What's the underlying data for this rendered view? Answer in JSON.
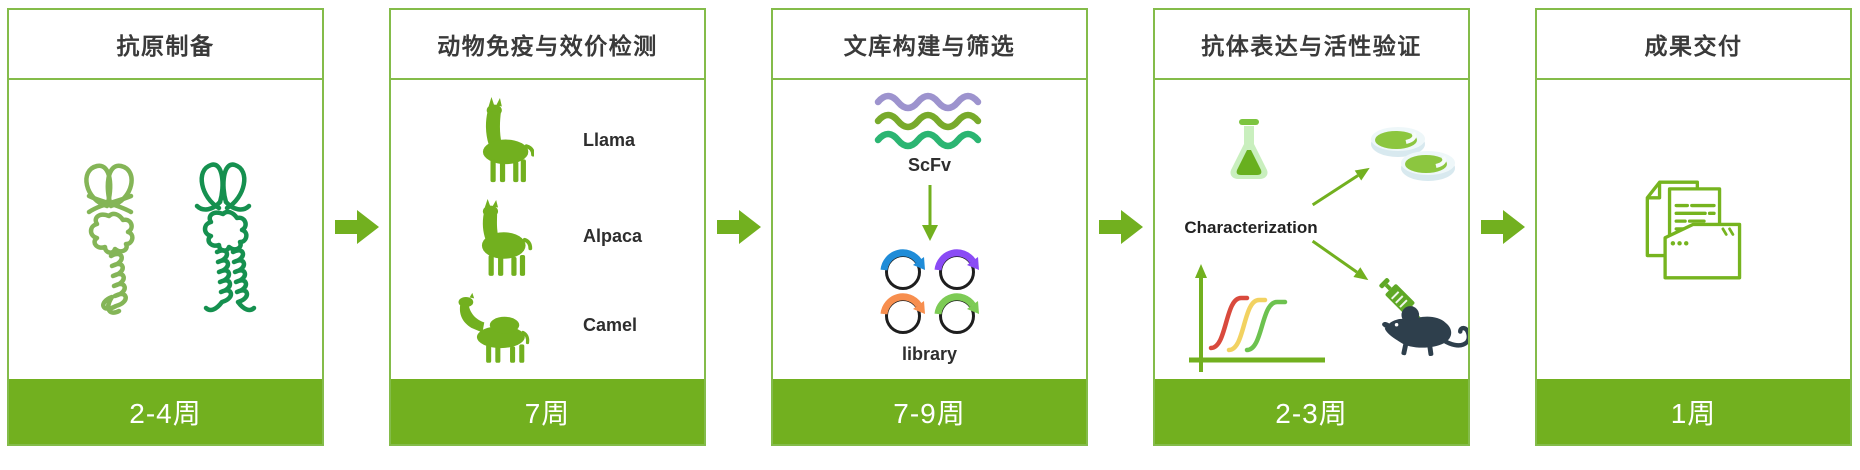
{
  "colors": {
    "accent_green": "#72B01F",
    "border_green": "#84BC4A",
    "dark_text": "#3A3A3A",
    "footer_text": "#FFFFFF",
    "antibody_light": "#84B557",
    "antibody_dark": "#15904F",
    "wave_purple": "#9D93CE",
    "wave_olive": "#78AA2B",
    "wave_emerald": "#2BB572",
    "plasmid_blue": "#1F8CD8",
    "plasmid_purple": "#8A4BF5",
    "plasmid_orange": "#F78E4E",
    "plasmid_green": "#7DCB55",
    "curve_red": "#D94A3D",
    "curve_yellow": "#F2D261",
    "curve_green": "#6DC24F",
    "mouse_dark": "#2E3F4C",
    "petri_green": "#8CC63F",
    "flask_light": "#C9EFBE",
    "flask_liquid": "#68B01E"
  },
  "stages": [
    {
      "title": "抗原制备",
      "duration": "2-4周"
    },
    {
      "title": "动物免疫与效价检测",
      "duration": "7周",
      "animals": {
        "llama": "Llama",
        "alpaca": "Alpaca",
        "camel": "Camel"
      }
    },
    {
      "title": "文库构建与筛选",
      "duration": "7-9周",
      "scfv_label": "ScFv",
      "library_label": "library"
    },
    {
      "title": "抗体表达与活性验证",
      "duration": "2-3周",
      "characterization_label": "Characterization"
    },
    {
      "title": "成果交付",
      "duration": "1周"
    }
  ],
  "icons": {
    "stage1": [
      "antibody-light-icon",
      "antibody-dark-icon"
    ],
    "stage2": [
      "llama-icon",
      "alpaca-icon",
      "camel-icon"
    ],
    "stage3": [
      "scfv-waves-icon",
      "down-arrow-icon",
      "plasmid-library-icon"
    ],
    "stage4": [
      "flask-icon",
      "petri-dishes-icon",
      "sigmoid-curves-icon",
      "mouse-syringe-icon"
    ],
    "stage5": [
      "documents-folder-icon"
    ],
    "connector": "flow-arrow-icon"
  }
}
